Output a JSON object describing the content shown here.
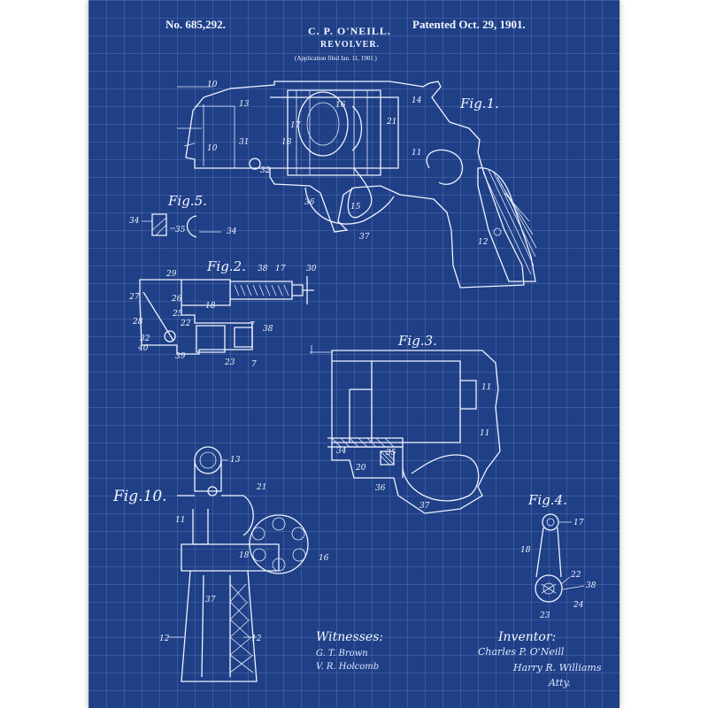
{
  "header": {
    "patent_no": "No. 685,292.",
    "inventor": "C. P. O'NEILL.",
    "title": "REVOLVER.",
    "application": "(Application filed Jan. 11, 1901.)",
    "patented": "Patented Oct. 29, 1901."
  },
  "figures": {
    "fig1": "Fig.1.",
    "fig2": "Fig.2.",
    "fig3": "Fig.3.",
    "fig4": "Fig.4.",
    "fig5": "Fig.5.",
    "fig10": "Fig.10."
  },
  "fig1_numbers": [
    "10",
    "13",
    "14",
    "16",
    "17",
    "18",
    "21",
    "11",
    "31",
    "32",
    "36",
    "15",
    "37",
    "12",
    "10"
  ],
  "fig2_numbers": [
    "29",
    "38",
    "17",
    "30",
    "27",
    "26",
    "25",
    "28",
    "22",
    "18",
    "32",
    "40",
    "39",
    "23",
    "7",
    "7",
    "38"
  ],
  "fig3_numbers": [
    "11",
    "34",
    "35",
    "20",
    "36",
    "37",
    "11"
  ],
  "fig4_numbers": [
    "17",
    "18",
    "22",
    "38",
    "24",
    "23"
  ],
  "fig5_numbers": [
    "34",
    "35",
    "34"
  ],
  "fig10_numbers": [
    "13",
    "21",
    "11",
    "18",
    "16",
    "37",
    "12",
    "12"
  ],
  "signatures": {
    "witnesses_label": "Witnesses:",
    "witness_1": "G. T. Brown",
    "witness_2": "V. R. Holcomb",
    "inventor_label": "Inventor:",
    "inventor_sig": "Charles P. O'Neill",
    "attorney_sig": "Harry R. Williams",
    "attorney_abbr": "Atty."
  },
  "colors": {
    "background": "#1f3f86",
    "lines": "#f0f4ff",
    "grid": "#96b4eb"
  }
}
